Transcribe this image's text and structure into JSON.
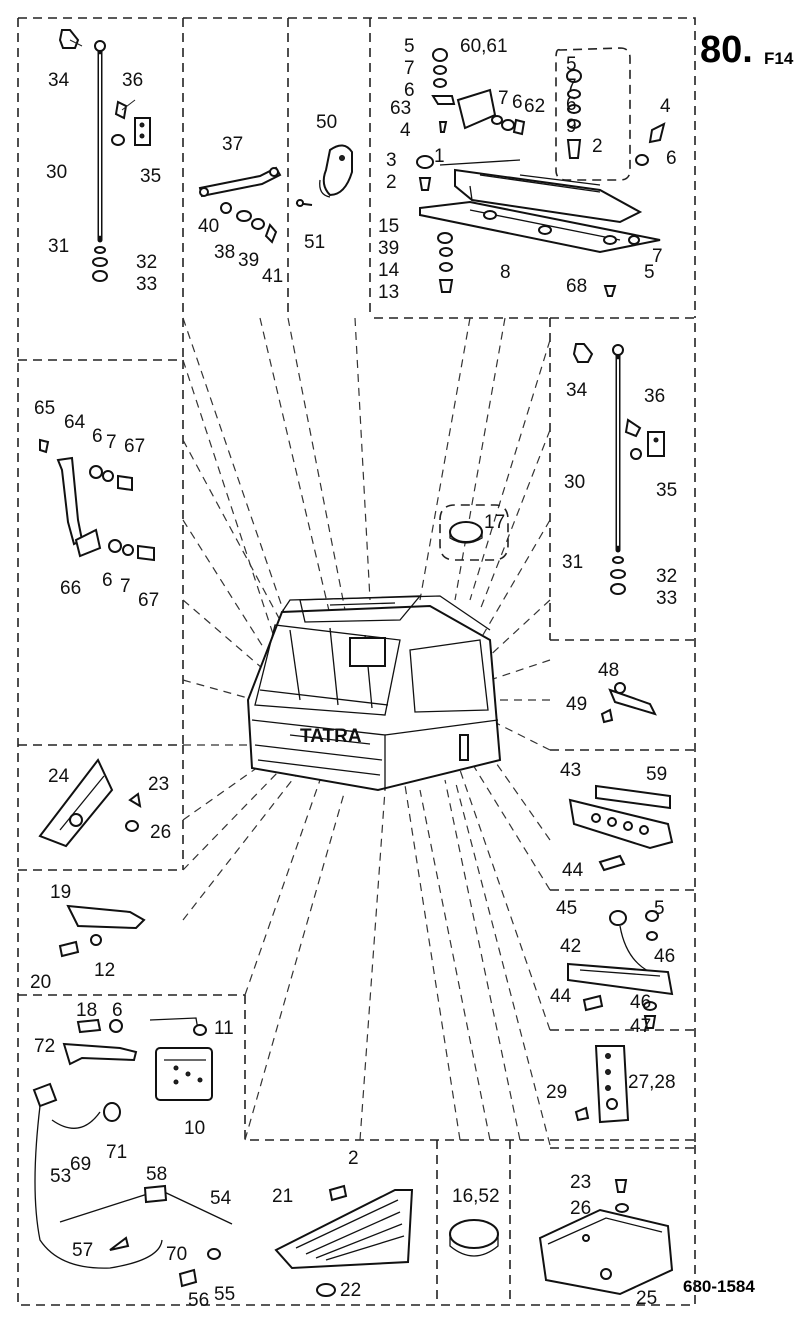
{
  "page_number": "80.",
  "page_suffix": "F14",
  "drawing_number": "680-1584",
  "callouts": [
    {
      "name": "callout-34-top-left",
      "text": "34"
    },
    {
      "name": "callout-36-top-left",
      "text": "36"
    },
    {
      "name": "callout-30-top-left",
      "text": "30"
    },
    {
      "name": "callout-35-top-left",
      "text": "35"
    },
    {
      "name": "callout-31-top-left",
      "text": "31"
    },
    {
      "name": "callout-32-top-left",
      "text": "32"
    },
    {
      "name": "callout-33-top-left",
      "text": "33"
    },
    {
      "name": "callout-37",
      "text": "37"
    },
    {
      "name": "callout-40",
      "text": "40"
    },
    {
      "name": "callout-38",
      "text": "38"
    },
    {
      "name": "callout-39-mount",
      "text": "39"
    },
    {
      "name": "callout-41",
      "text": "41"
    },
    {
      "name": "callout-50",
      "text": "50"
    },
    {
      "name": "callout-51",
      "text": "51"
    },
    {
      "name": "callout-5-a",
      "text": "5"
    },
    {
      "name": "callout-7-a",
      "text": "7"
    },
    {
      "name": "callout-6-a",
      "text": "6"
    },
    {
      "name": "callout-63",
      "text": "63"
    },
    {
      "name": "callout-4-a",
      "text": "4"
    },
    {
      "name": "callout-60-61",
      "text": "60,61"
    },
    {
      "name": "callout-7-b",
      "text": "7"
    },
    {
      "name": "callout-6-b",
      "text": "6"
    },
    {
      "name": "callout-62",
      "text": "62"
    },
    {
      "name": "callout-3",
      "text": "3"
    },
    {
      "name": "callout-1",
      "text": "1"
    },
    {
      "name": "callout-2-a",
      "text": "2"
    },
    {
      "name": "callout-15",
      "text": "15"
    },
    {
      "name": "callout-39-roof",
      "text": "39"
    },
    {
      "name": "callout-14",
      "text": "14"
    },
    {
      "name": "callout-13",
      "text": "13"
    },
    {
      "name": "callout-8",
      "text": "8"
    },
    {
      "name": "callout-68",
      "text": "68"
    },
    {
      "name": "callout-5-b",
      "text": "5"
    },
    {
      "name": "callout-7-c",
      "text": "7"
    },
    {
      "name": "callout-5-c",
      "text": "5"
    },
    {
      "name": "callout-7-d",
      "text": "7"
    },
    {
      "name": "callout-6-c",
      "text": "6"
    },
    {
      "name": "callout-9",
      "text": "9"
    },
    {
      "name": "callout-2-b",
      "text": "2"
    },
    {
      "name": "callout-4-b",
      "text": "4"
    },
    {
      "name": "callout-6-d",
      "text": "6"
    },
    {
      "name": "callout-34-right",
      "text": "34"
    },
    {
      "name": "callout-36-right",
      "text": "36"
    },
    {
      "name": "callout-30-right",
      "text": "30"
    },
    {
      "name": "callout-35-right",
      "text": "35"
    },
    {
      "name": "callout-31-right",
      "text": "31"
    },
    {
      "name": "callout-32-right",
      "text": "32"
    },
    {
      "name": "callout-33-right",
      "text": "33"
    },
    {
      "name": "callout-65",
      "text": "65"
    },
    {
      "name": "callout-64",
      "text": "64"
    },
    {
      "name": "callout-6-e",
      "text": "6"
    },
    {
      "name": "callout-7-e",
      "text": "7"
    },
    {
      "name": "callout-67-a",
      "text": "67"
    },
    {
      "name": "callout-66",
      "text": "66"
    },
    {
      "name": "callout-6-f",
      "text": "6"
    },
    {
      "name": "callout-7-f",
      "text": "7"
    },
    {
      "name": "callout-67-b",
      "text": "67"
    },
    {
      "name": "callout-17",
      "text": "17"
    },
    {
      "name": "callout-48",
      "text": "48"
    },
    {
      "name": "callout-49",
      "text": "49"
    },
    {
      "name": "callout-43",
      "text": "43"
    },
    {
      "name": "callout-59",
      "text": "59"
    },
    {
      "name": "callout-44-a",
      "text": "44"
    },
    {
      "name": "callout-45",
      "text": "45"
    },
    {
      "name": "callout-5-d",
      "text": "5"
    },
    {
      "name": "callout-42",
      "text": "42"
    },
    {
      "name": "callout-46-a",
      "text": "46"
    },
    {
      "name": "callout-44-b",
      "text": "44"
    },
    {
      "name": "callout-46-b",
      "text": "46"
    },
    {
      "name": "callout-47",
      "text": "47"
    },
    {
      "name": "callout-24",
      "text": "24"
    },
    {
      "name": "callout-23-a",
      "text": "23"
    },
    {
      "name": "callout-26-a",
      "text": "26"
    },
    {
      "name": "callout-19",
      "text": "19"
    },
    {
      "name": "callout-20",
      "text": "20"
    },
    {
      "name": "callout-12",
      "text": "12"
    },
    {
      "name": "callout-18",
      "text": "18"
    },
    {
      "name": "callout-6-g",
      "text": "6"
    },
    {
      "name": "callout-11",
      "text": "11"
    },
    {
      "name": "callout-72",
      "text": "72"
    },
    {
      "name": "callout-10",
      "text": "10"
    },
    {
      "name": "callout-69",
      "text": "69"
    },
    {
      "name": "callout-71",
      "text": "71"
    },
    {
      "name": "callout-53",
      "text": "53"
    },
    {
      "name": "callout-58",
      "text": "58"
    },
    {
      "name": "callout-54",
      "text": "54"
    },
    {
      "name": "callout-57",
      "text": "57"
    },
    {
      "name": "callout-70",
      "text": "70"
    },
    {
      "name": "callout-56",
      "text": "56"
    },
    {
      "name": "callout-55",
      "text": "55"
    },
    {
      "name": "callout-29",
      "text": "29"
    },
    {
      "name": "callout-27-28",
      "text": "27,28"
    },
    {
      "name": "callout-2-c",
      "text": "2"
    },
    {
      "name": "callout-21",
      "text": "21"
    },
    {
      "name": "callout-22",
      "text": "22"
    },
    {
      "name": "callout-16-52",
      "text": "16,52"
    },
    {
      "name": "callout-23-b",
      "text": "23"
    },
    {
      "name": "callout-26-b",
      "text": "26"
    },
    {
      "name": "callout-25",
      "text": "25"
    }
  ],
  "cab_badge": "TATRA"
}
